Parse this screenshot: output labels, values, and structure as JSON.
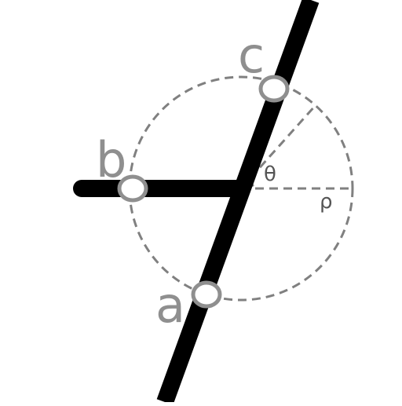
{
  "points": {
    "a": "a",
    "b": "b",
    "c": "c"
  },
  "symbols": {
    "theta": "θ",
    "rho": "ρ"
  },
  "colors": {
    "background": "#ffffff",
    "line": "#000000",
    "dashed": "#808080",
    "handle_stroke": "#8f8f8f",
    "handle_fill": "#ffffff",
    "label": "#8f8f8f",
    "symbol": "#555555"
  }
}
